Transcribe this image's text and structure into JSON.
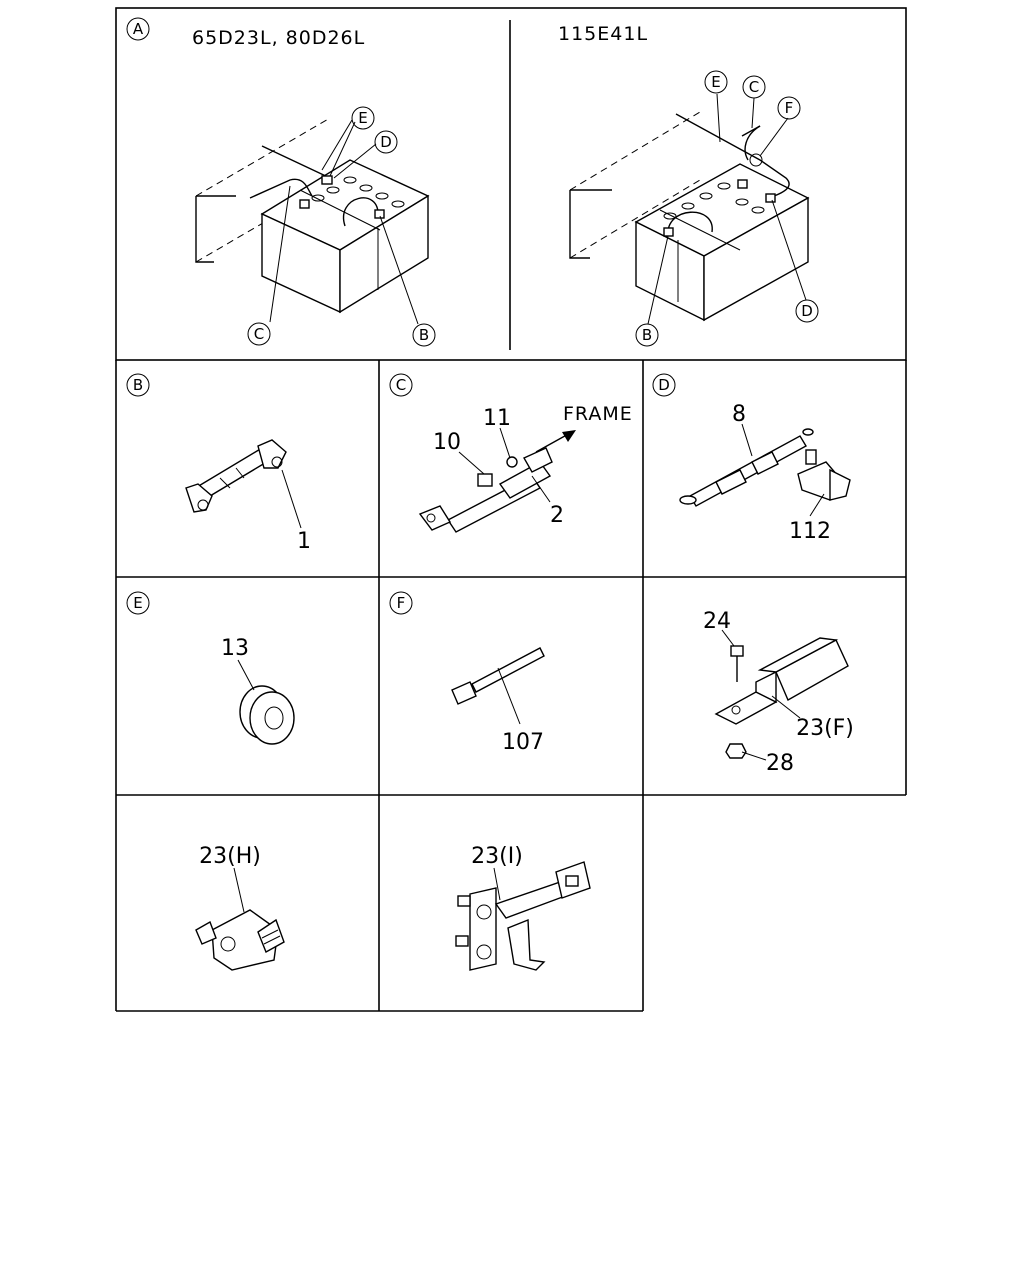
{
  "panels": {
    "A": {
      "letter": "A",
      "left_title": "65D23L, 80D26L",
      "right_title": "115E41L",
      "left_callouts": [
        "E",
        "D",
        "C",
        "B"
      ],
      "right_callouts": [
        "E",
        "C",
        "F",
        "B",
        "D"
      ]
    },
    "B": {
      "letter": "B",
      "part": "1"
    },
    "C": {
      "letter": "C",
      "parts": [
        "10",
        "11",
        "2"
      ],
      "direction": "FRAME"
    },
    "D": {
      "letter": "D",
      "parts": [
        "8",
        "112"
      ]
    },
    "E": {
      "letter": "E",
      "part": "13"
    },
    "F": {
      "letter": "F",
      "part": "107"
    },
    "G": {
      "parts": [
        "24",
        "23(F)",
        "28"
      ]
    },
    "H": {
      "part": "23(H)"
    },
    "I": {
      "part": "23(I)"
    }
  }
}
